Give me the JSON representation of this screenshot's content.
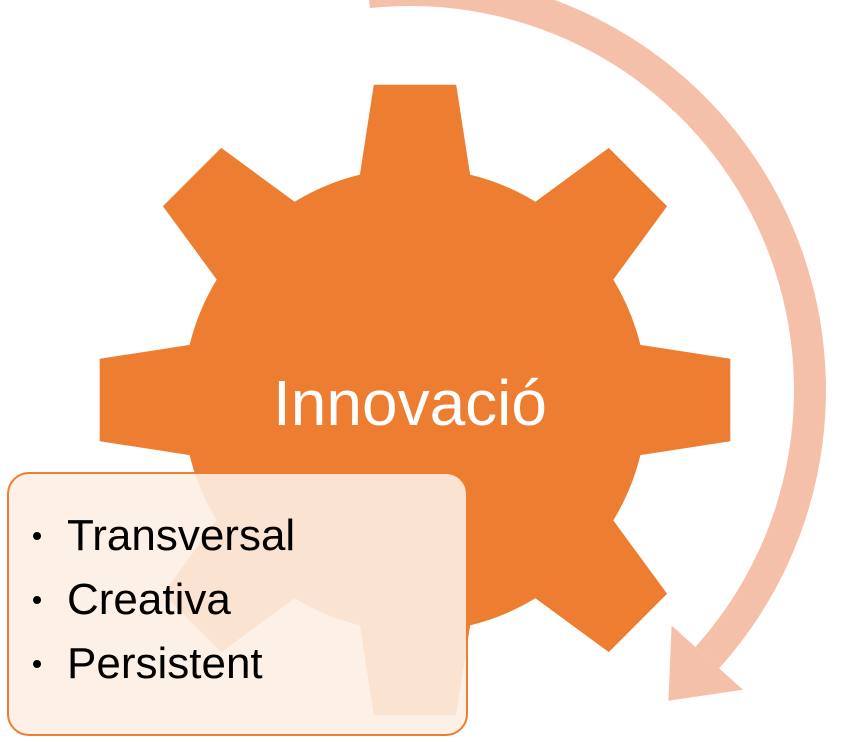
{
  "diagram": {
    "center_label": "Innovació",
    "items": [
      {
        "label": "Transversal"
      },
      {
        "label": "Creativa"
      },
      {
        "label": "Persistent"
      }
    ]
  },
  "colors": {
    "gear": "#ED7D31",
    "arrow": "#F4C0AA",
    "box_border": "#ED7D31",
    "box_fill": "#FCEEE4",
    "center_text": "#FFFFFF",
    "list_text": "#000000"
  }
}
